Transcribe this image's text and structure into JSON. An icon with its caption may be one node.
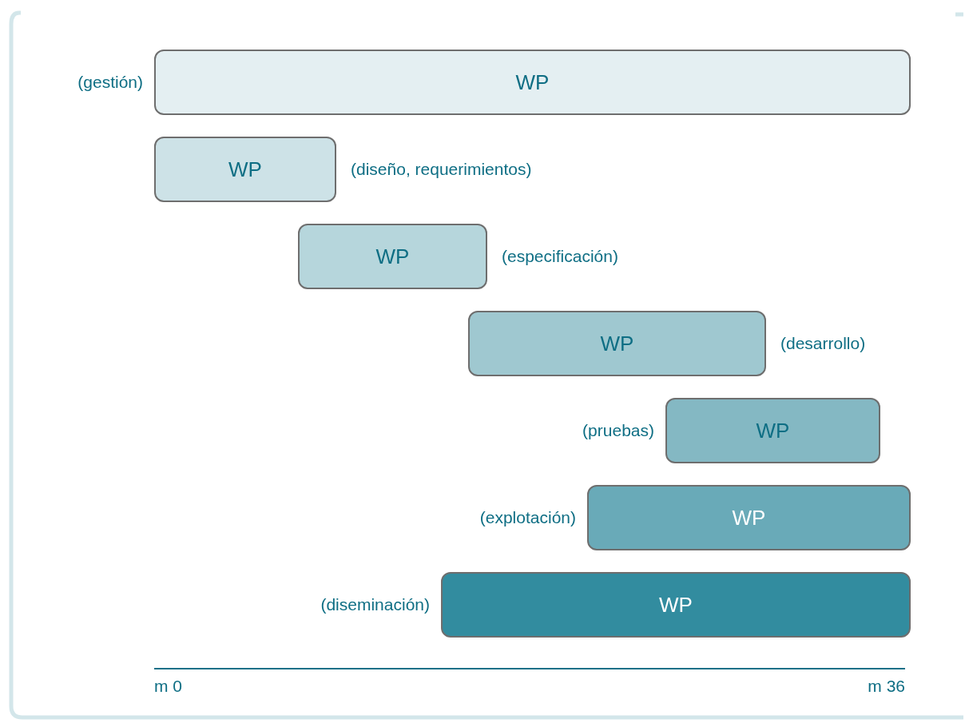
{
  "diagram": {
    "nodes": [
      {
        "text": [
          "WP"
        ],
        "beside": [
          "(gestión)"
        ]
      },
      {
        "text": [
          "WP"
        ],
        "beside": [
          "(diseño, requerimientos)"
        ]
      },
      {
        "text": [
          "WP"
        ],
        "beside": [
          "(especificación)"
        ]
      },
      {
        "text": [
          "WP"
        ],
        "beside": [
          "(desarrollo)"
        ]
      },
      {
        "text": [
          "WP"
        ],
        "beside": [
          "(pruebas)"
        ]
      },
      {
        "text": [
          "WP"
        ],
        "beside": [
          "(explotación)"
        ]
      },
      {
        "text": [
          "WP"
        ],
        "beside": [
          "(diseminación)"
        ]
      }
    ],
    "labels": [
      "m 0",
      "m 36"
    ]
  }
}
